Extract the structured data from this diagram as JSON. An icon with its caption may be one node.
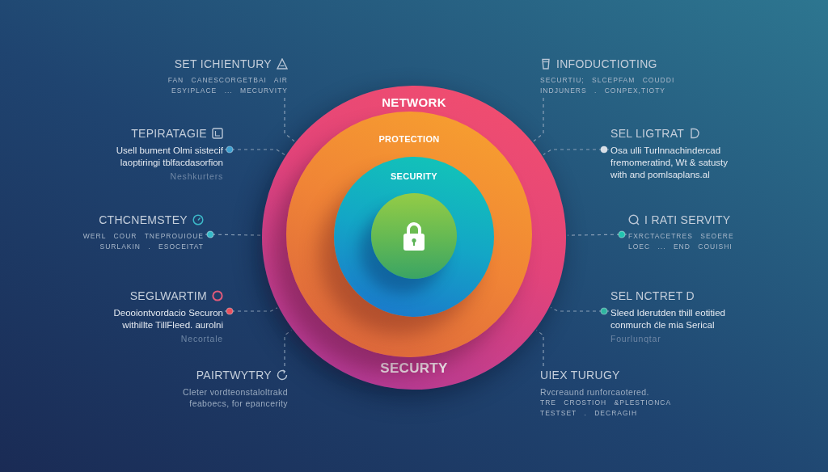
{
  "diagram": {
    "nodes": [
      {
        "text": [
          "NETWORK",
          "SECURTY"
        ]
      },
      {
        "text": [
          "PROTECTION"
        ],
        "in": 0
      },
      {
        "text": [
          "SECURITY"
        ],
        "in": 1
      },
      {
        "text": [],
        "shape": "circle",
        "in": 2
      },
      {
        "text": [
          "SET ICHIENTURY",
          "FAN CANESCORGETBAI AIR ESYIPLACE ... MECURVITY"
        ]
      },
      {
        "text": [
          "INFODUCTIOTING",
          "SECURTIU; SLCEPFAM COUDDI INDJUNERS . CONPEX,TIOTY"
        ]
      },
      {
        "text": [
          "TEPIRATAGIE",
          "Usell bument Olmi sistecif laoptiringi tblfacdasorfion",
          "Neshkurters"
        ]
      },
      {
        "text": [
          "SEL LIGTRAT",
          "Osa ulli Turlnnachindercad fremomeratind, Wt & satusty with and pomlsaplans.al"
        ]
      },
      {
        "text": [
          "CTHCNEMSTEY",
          "WERL COUR TNEPROUIOUE SURLAKIN . ESOCEITAT"
        ]
      },
      {
        "text": [
          "I RATI SERVITY",
          "FXRCTACETRES SEOERE LOEC ... END COUISHI"
        ]
      },
      {
        "text": [
          "SEGLWARTIM",
          "Deooiontvordacio Securon withillte TillFleed. aurolni",
          "Necortale"
        ]
      },
      {
        "text": [
          "SEL NCTRET D",
          "Sleed Iderutden thill eotitied conmurch ćle mia Serical",
          "Fourlunqtar"
        ]
      },
      {
        "text": [
          "PAIRTWYTRY",
          "Cleter vordteonstaloltrakd feaboecs, for epancerity"
        ]
      },
      {
        "text": [
          "UIEX TURUGY",
          "Rvcreaund runforcaotered.",
          "TRE CROSTIOH &PLESTIONCA TESTSET . DECRAGIH"
        ]
      }
    ],
    "edges": [
      {
        "from": 4,
        "to": 0,
        "arrow": "none",
        "style": "dashed"
      },
      {
        "from": 5,
        "to": 0,
        "arrow": "none",
        "style": "dashed"
      },
      {
        "from": 6,
        "to": 0,
        "arrow": "other",
        "style": "dashed"
      },
      {
        "from": 7,
        "to": 0,
        "arrow": "other",
        "style": "dashed"
      },
      {
        "from": 8,
        "to": 0,
        "arrow": "other",
        "style": "dashed"
      },
      {
        "from": 9,
        "to": 0,
        "arrow": "other",
        "style": "dashed"
      },
      {
        "from": 10,
        "to": 0,
        "arrow": "other",
        "style": "dashed"
      },
      {
        "from": 11,
        "to": 0,
        "arrow": "other",
        "style": "dashed"
      },
      {
        "from": 12,
        "to": 0,
        "arrow": "none",
        "style": "dashed"
      },
      {
        "from": 13,
        "to": 0,
        "arrow": "none",
        "style": "dashed"
      }
    ]
  }
}
